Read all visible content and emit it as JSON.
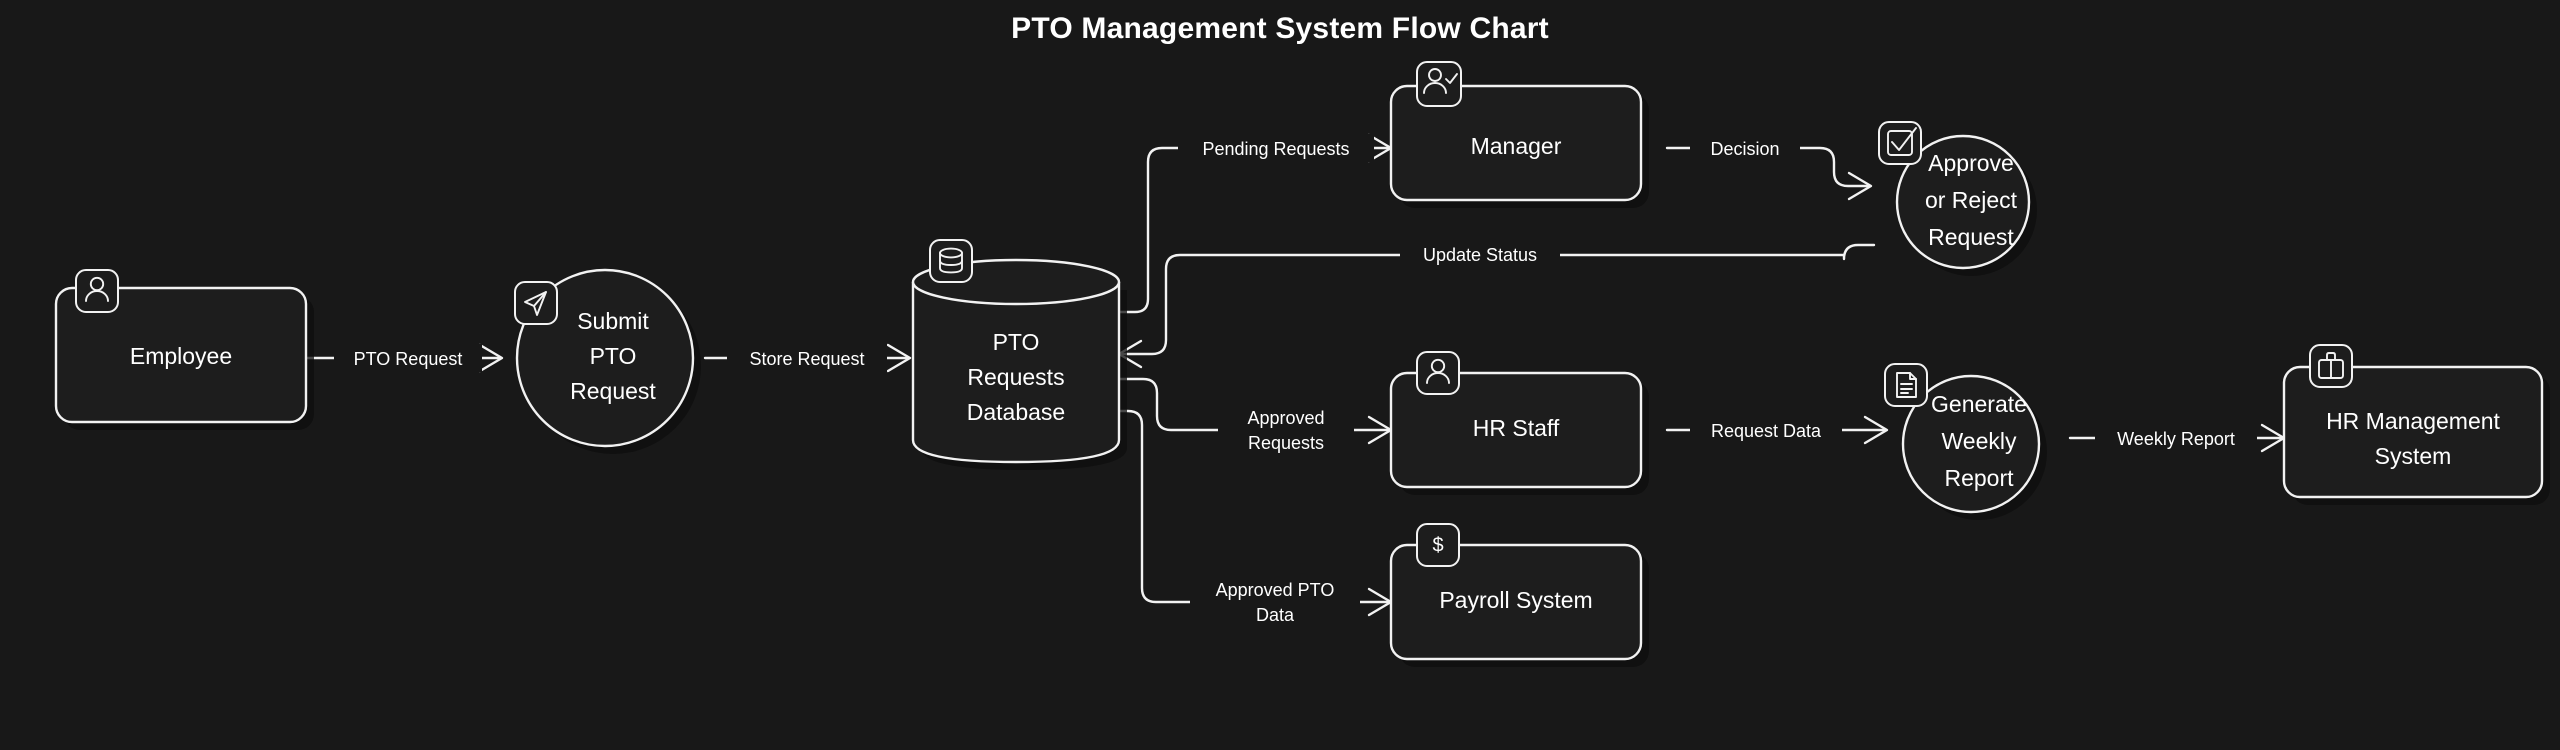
{
  "chart_data": {
    "type": "diagram",
    "title": "PTO Management System Flow Chart",
    "background_color": "#181818",
    "stroke_color": "#f2f2f2",
    "text_color": "#ffffff",
    "node_fill": "#1d1d1d",
    "nodes": [
      {
        "id": "employee",
        "label": "Employee",
        "shape": "rounded-rect",
        "icon": "person-icon"
      },
      {
        "id": "submit",
        "label": "Submit PTO Request",
        "shape": "circle",
        "icon": "send-icon"
      },
      {
        "id": "database",
        "label": "PTO Requests Database",
        "shape": "cylinder",
        "icon": "database-icon"
      },
      {
        "id": "manager",
        "label": "Manager",
        "shape": "rounded-rect",
        "icon": "person-check-icon"
      },
      {
        "id": "approve",
        "label": "Approve or Reject Request",
        "shape": "circle",
        "icon": "checkbox-checked-icon"
      },
      {
        "id": "hrstaff",
        "label": "HR Staff",
        "shape": "rounded-rect",
        "icon": "person-icon"
      },
      {
        "id": "report",
        "label": "Generate Weekly Report",
        "shape": "circle",
        "icon": "document-icon"
      },
      {
        "id": "hrsystem",
        "label": "HR Management System",
        "shape": "rounded-rect",
        "icon": "briefcase-icon"
      },
      {
        "id": "payroll",
        "label": "Payroll System",
        "shape": "rounded-rect",
        "icon": "dollar-icon"
      }
    ],
    "edges": [
      {
        "from": "employee",
        "to": "submit",
        "label": "PTO Request"
      },
      {
        "from": "submit",
        "to": "database",
        "label": "Store Request"
      },
      {
        "from": "database",
        "to": "manager",
        "label": "Pending Requests"
      },
      {
        "from": "manager",
        "to": "approve",
        "label": "Decision"
      },
      {
        "from": "approve",
        "to": "database",
        "label": "Update Status"
      },
      {
        "from": "database",
        "to": "hrstaff",
        "label": "Approved Requests"
      },
      {
        "from": "hrstaff",
        "to": "report",
        "label": "Request Data"
      },
      {
        "from": "report",
        "to": "hrsystem",
        "label": "Weekly Report"
      },
      {
        "from": "database",
        "to": "payroll",
        "label": "Approved PTO Data"
      }
    ]
  },
  "title": "PTO Management System Flow Chart",
  "nodes": {
    "employee": {
      "line1": "Employee"
    },
    "submit": {
      "line1": "Submit",
      "line2": "PTO",
      "line3": "Request"
    },
    "database": {
      "line1": "PTO",
      "line2": "Requests",
      "line3": "Database"
    },
    "manager": {
      "line1": "Manager"
    },
    "approve": {
      "line1": "Approve",
      "line2": "or Reject",
      "line3": "Request"
    },
    "hrstaff": {
      "line1": "HR Staff"
    },
    "report": {
      "line1": "Generate",
      "line2": "Weekly",
      "line3": "Report"
    },
    "hrsystem": {
      "line1": "HR Management",
      "line2": "System"
    },
    "payroll": {
      "line1": "Payroll System"
    }
  },
  "edges": {
    "pto_request": "PTO Request",
    "store_request": "Store Request",
    "pending_requests": "Pending Requests",
    "decision": "Decision",
    "update_status": "Update Status",
    "approved_req_l1": "Approved",
    "approved_req_l2": "Requests",
    "request_data": "Request Data",
    "weekly_report": "Weekly Report",
    "approved_pto_l1": "Approved PTO",
    "approved_pto_l2": "Data"
  },
  "icons": {
    "dollar": "$"
  }
}
